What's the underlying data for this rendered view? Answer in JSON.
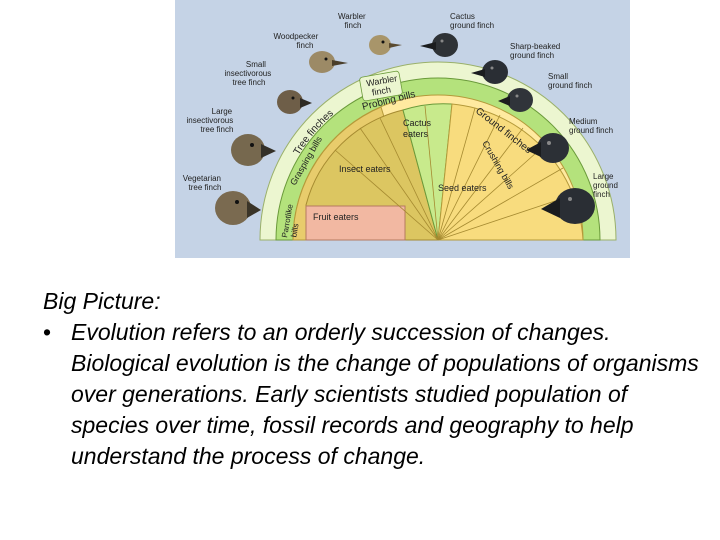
{
  "diagram": {
    "colors": {
      "panel": "#c5d3e6",
      "outer_band": "#ecf6d0",
      "probing_band": "#b4e27c",
      "insect": "#dcc661",
      "fruit": "#f2b8a2",
      "cactus": "#c8ea8c",
      "seed": "#f8dc7e",
      "grasping": "#e8cc6c",
      "crushing": "#ffeaa0"
    },
    "finches": [
      {
        "id": "warbler",
        "label": [
          "Warbler",
          "finch"
        ]
      },
      {
        "id": "woodpecker",
        "label": [
          "Woodpecker",
          "finch"
        ]
      },
      {
        "id": "small-insectivorous",
        "label": [
          "Small",
          "insectivorous",
          "tree finch"
        ]
      },
      {
        "id": "large-insectivorous",
        "label": [
          "Large",
          "insectivorous",
          "tree finch"
        ]
      },
      {
        "id": "vegetarian",
        "label": [
          "Vegetarian",
          "tree finch"
        ]
      },
      {
        "id": "cactus-ground",
        "label": [
          "Cactus",
          "ground finch"
        ]
      },
      {
        "id": "sharp-beaked",
        "label": [
          "Sharp-beaked",
          "ground finch"
        ]
      },
      {
        "id": "small-ground",
        "label": [
          "Small",
          "ground finch"
        ]
      },
      {
        "id": "medium-ground",
        "label": [
          "Medium",
          "ground finch"
        ]
      },
      {
        "id": "large-ground",
        "label": [
          "Large",
          "ground",
          "finch"
        ]
      }
    ],
    "arc_labels": {
      "warbler": [
        "Warbler",
        "finch"
      ],
      "probing": "Probing bills",
      "tree_finches": "Tree finches",
      "grasping": "Grasping bills",
      "ground_finches": "Ground finches",
      "crushing": "Crushing bills",
      "parrot": [
        "Parrotlike",
        "bills"
      ]
    },
    "diets": {
      "insect": "Insect eaters",
      "seed": "Seed eaters",
      "cactus": [
        "Cactus",
        "eaters"
      ],
      "fruit": "Fruit eaters"
    }
  },
  "slide": {
    "heading": "Big Picture:",
    "bullet_symbol": "•",
    "bullets": [
      "Evolution refers to an orderly succession of changes.  Biological evolution is the change of populations of organisms over generations. Early scientists studied population of species over time, fossil records and geography to help understand the process of change."
    ]
  }
}
